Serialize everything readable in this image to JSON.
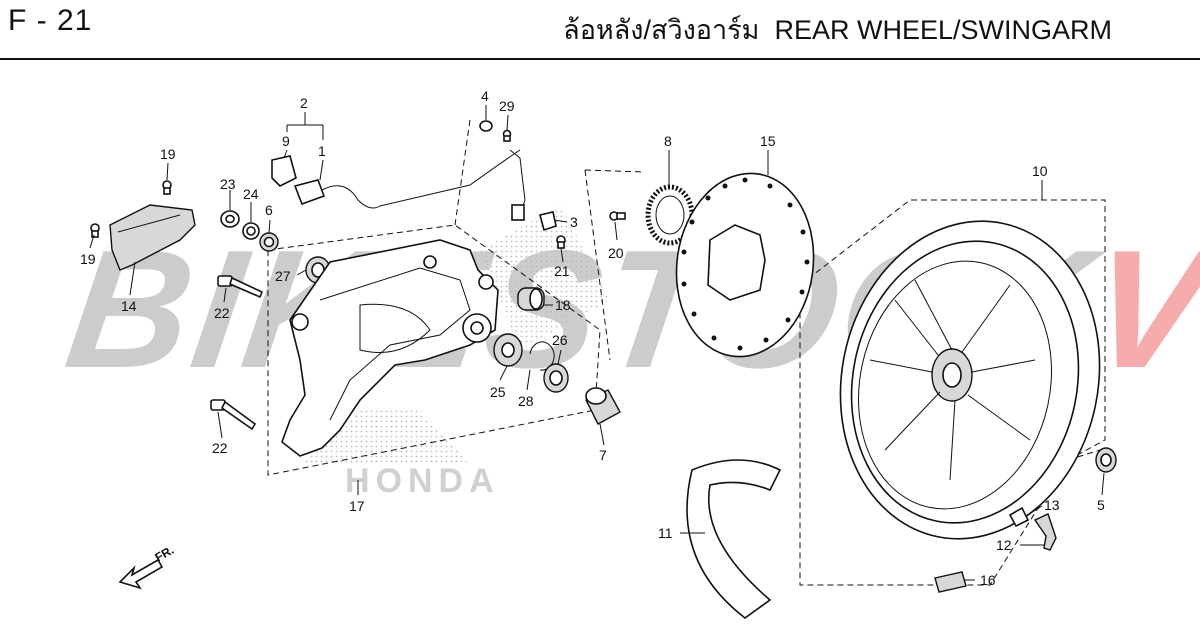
{
  "header": {
    "page_code": "F - 21",
    "title": "ล้อหลัง/สวิงอาร์ม  REAR WHEEL/SWINGARM"
  },
  "watermark": {
    "text_a": "BIKESTOCK",
    "text_b": "VN"
  },
  "logo": {
    "text": "HONDA"
  },
  "direction": {
    "label": "FR."
  },
  "callouts": [
    "1",
    "2",
    "3",
    "4",
    "5",
    "6",
    "7",
    "8",
    "9",
    "10",
    "11",
    "12",
    "13",
    "14",
    "15",
    "16",
    "17",
    "18",
    "19",
    "19",
    "20",
    "21",
    "22",
    "22",
    "23",
    "24",
    "25",
    "26",
    "27",
    "28",
    "29"
  ],
  "colors": {
    "text": "#111111",
    "watermark_gray": "#9a9a9a",
    "watermark_red": "#e84a4a",
    "rule": "#111111"
  }
}
